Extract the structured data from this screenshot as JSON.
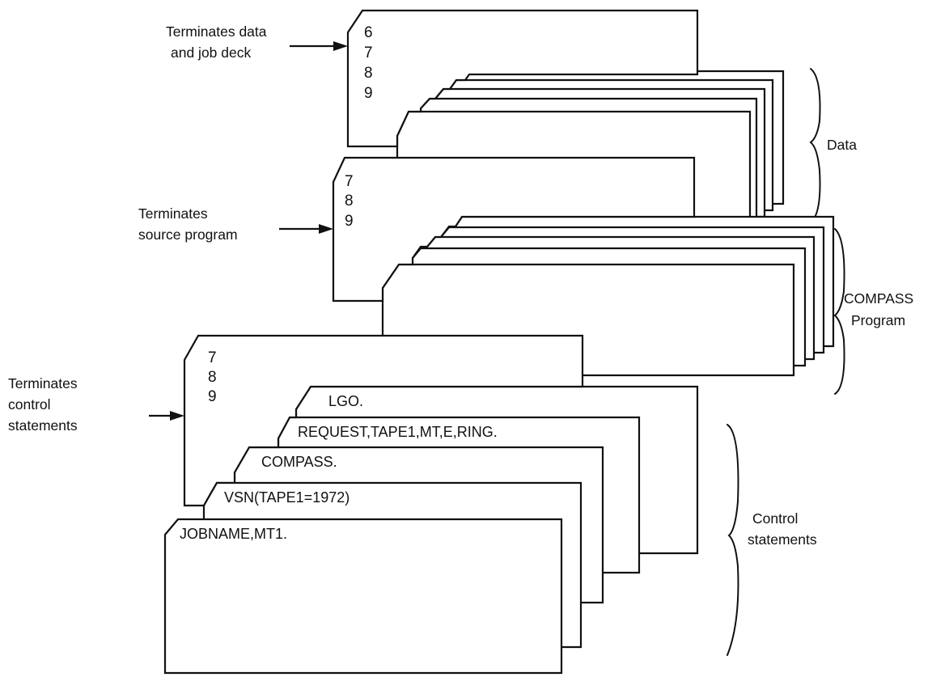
{
  "data_section": {
    "eoi_card_rows": [
      "6",
      "7",
      "8",
      "9"
    ],
    "eoi_label": [
      "Terminates data",
      "and job deck"
    ],
    "group_label": "Data"
  },
  "program_section": {
    "eor_card_rows": [
      "7",
      "8",
      "9"
    ],
    "eor_label": [
      "Terminates",
      "source program"
    ],
    "group_label": [
      "COMPASS",
      "Program"
    ]
  },
  "control_section": {
    "eor_card_rows": [
      "7",
      "8",
      "9"
    ],
    "eor_label": [
      "Terminates",
      "control",
      "statements"
    ],
    "cards": [
      "LGO.",
      "REQUEST,TAPE1,MT,E,RING.",
      "COMPASS.",
      "VSN(TAPE1=1972)",
      "JOBNAME,MT1."
    ],
    "group_label": [
      "Control",
      "statements"
    ]
  }
}
